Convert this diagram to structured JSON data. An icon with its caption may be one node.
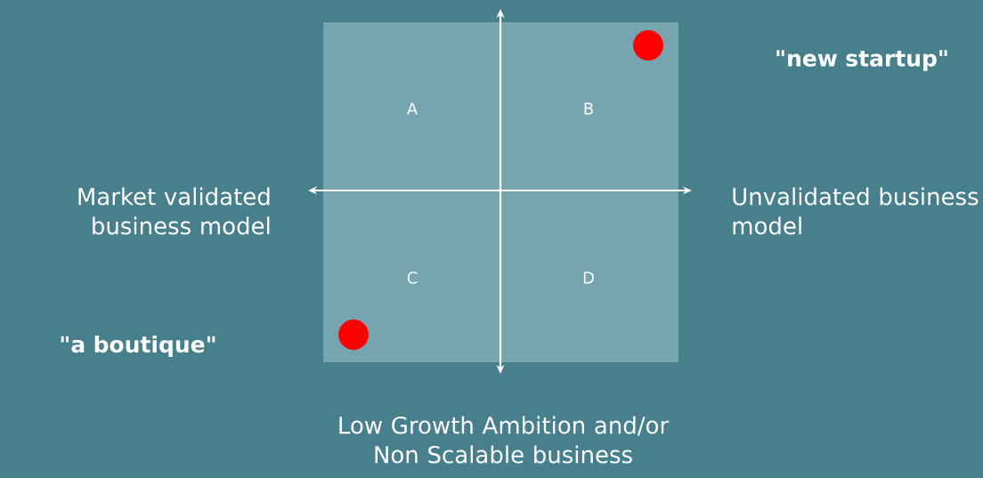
{
  "diagram": {
    "labels": [
      "\"new startup\"",
      "A",
      "B",
      "Market validated business model",
      "Unvalidated business model",
      "C",
      "D",
      "\"a boutique\"",
      "Low Growth Ambition and/or Non Scalable business"
    ]
  }
}
